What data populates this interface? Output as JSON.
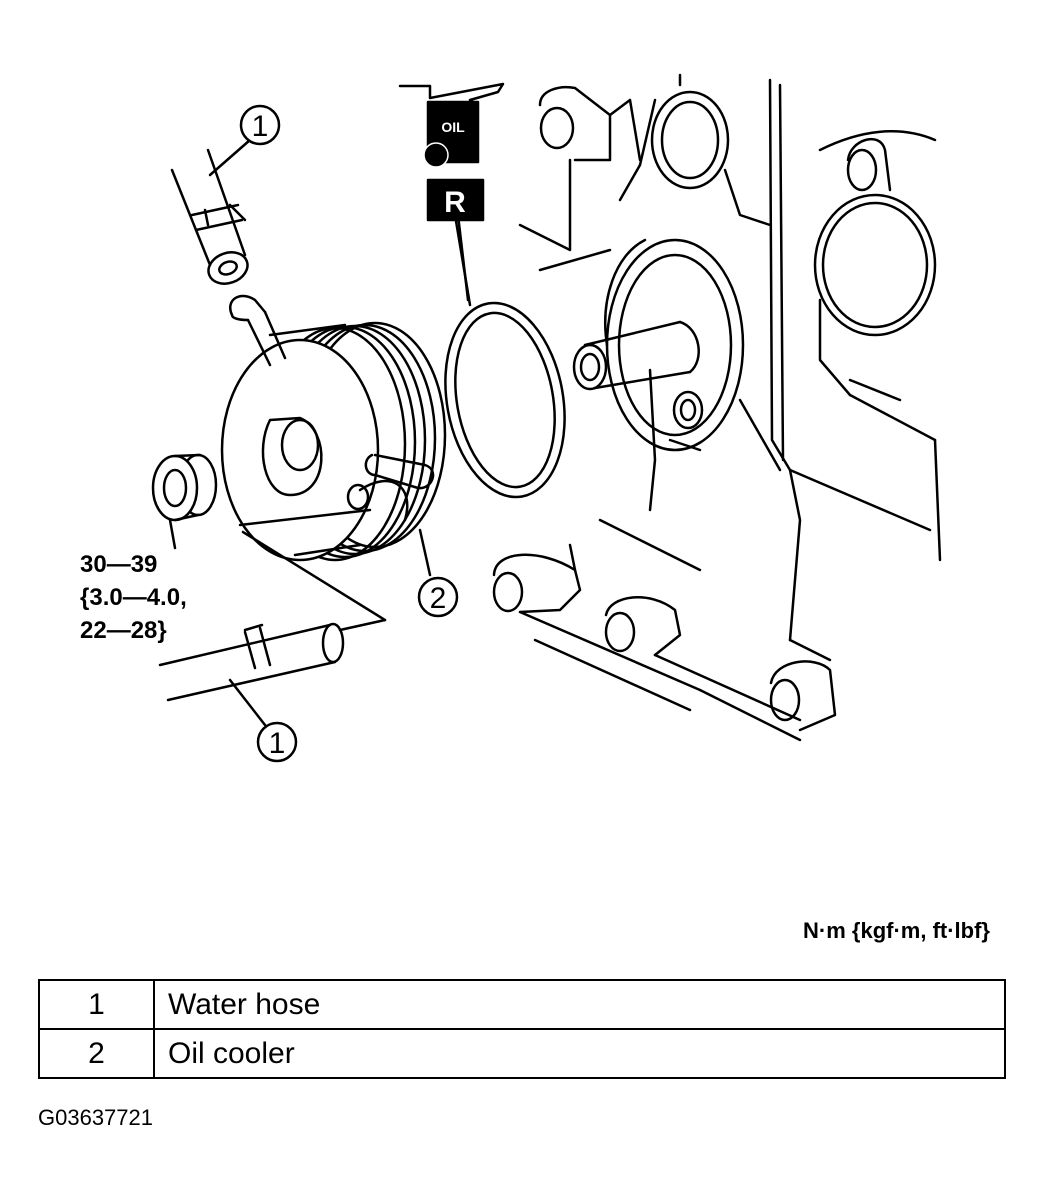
{
  "diagram": {
    "badges": {
      "oil": "OIL",
      "replace": "R"
    },
    "callouts": [
      "1",
      "1",
      "2"
    ],
    "torque": {
      "line1": "30—39",
      "line2": "{3.0—4.0,",
      "line3": "22—28}"
    }
  },
  "units_label": "N·m {kgf·m,  ft·lbf}",
  "legend": [
    {
      "number": "1",
      "description": "Water hose"
    },
    {
      "number": "2",
      "description": "Oil cooler"
    }
  ],
  "figure_code": "G03637721"
}
